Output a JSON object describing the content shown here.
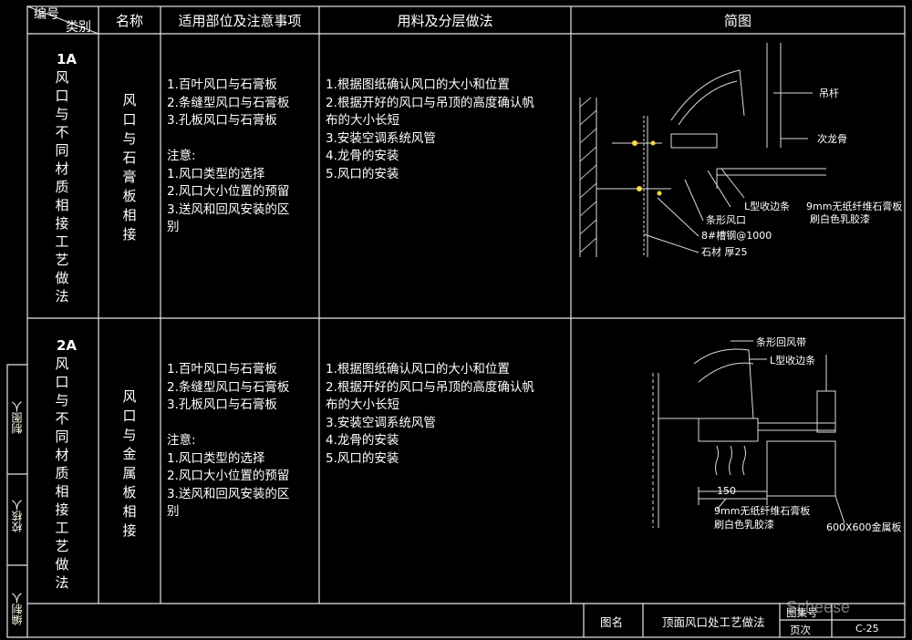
{
  "header": {
    "code_top": "编号",
    "code_bottom": "类别",
    "name": "名称",
    "scope": "适用部位及注意事项",
    "materials": "用料及分层做法",
    "sketch": "简图"
  },
  "rows": [
    {
      "code": "1A",
      "category": "风口与不同材质相接工艺做法",
      "name": "风口与石膏板相接",
      "scope": [
        "1.百叶风口与石膏板",
        "2.条缝型风口与石膏板",
        "3.孔板风口与石膏板",
        "",
        "注意:",
        "1.风口类型的选择",
        "2.风口大小位置的预留",
        "3.送风和回风安装的区",
        "别"
      ],
      "materials": [
        "1.根据图纸确认风口的大小和位置",
        "2.根据开好的风口与吊顶的高度确认帆",
        "布的大小长短",
        "3.安装空调系统风管",
        "4.龙骨的安装",
        "5.风口的安装"
      ],
      "labels": {
        "hanger": "吊杆",
        "secondary_keel": "次龙骨",
        "l_edge": "L型收边条",
        "board": "9mm无纸纤维石膏板",
        "paint": "刷白色乳胶漆",
        "strip_vent": "条形风口",
        "steel": "8#槽钢@1000",
        "stone": "石材 厚25"
      }
    },
    {
      "code": "2A",
      "category": "风口与不同材质相接工艺做法",
      "name": "风口与金属板相接",
      "scope": [
        "1.百叶风口与石膏板",
        "2.条缝型风口与石膏板",
        "3.孔板风口与石膏板",
        "",
        "注意:",
        "1.风口类型的选择",
        "2.风口大小位置的预留",
        "3.送风和回风安装的区",
        "别"
      ],
      "materials": [
        "1.根据图纸确认风口的大小和位置",
        "2.根据开好的风口与吊顶的高度确认帆",
        "布的大小长短",
        "3.安装空调系统风管",
        "4.龙骨的安装",
        "5.风口的安装"
      ],
      "labels": {
        "return_strip": "条形回风带",
        "l_edge": "L型收边条",
        "dim": "150",
        "board": "9mm无纸纤维石膏板",
        "paint": "刷白色乳胶漆",
        "metal": "600X600金属板"
      }
    }
  ],
  "side": {
    "maker": "制图人",
    "checker": "校核人",
    "editor": "编制人"
  },
  "footer": {
    "drawing_name_label": "图名",
    "drawing_name": "顶面风口处工艺做法",
    "set_label": "图集号",
    "page_label": "页次",
    "page": "C-25",
    "watermark": "Scheese"
  },
  "colors": {
    "line": "#e8e8e8",
    "text": "#ffffff",
    "accent": "#ffee55"
  }
}
